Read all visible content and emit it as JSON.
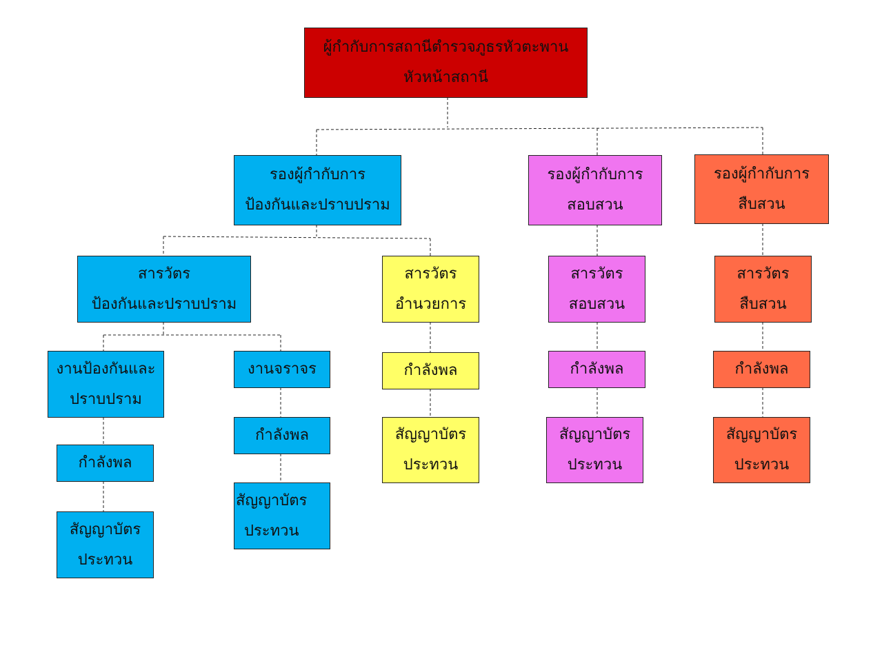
{
  "colors": {
    "chief": "#CC0000",
    "prevention": "#00B0F0",
    "admin": "#FFFF66",
    "investigation": "#F075F0",
    "inquiry": "#FF6B47"
  },
  "chief": {
    "line1": "ผู้กำกับการสถานีตำรวจภูธรหัวตะพาน",
    "line2": "หัวหน้าสถานี"
  },
  "deputy_prevention": {
    "line1": "รองผู้กำกับการ",
    "line2": "ป้องกันและปราบปราม"
  },
  "deputy_investigation": {
    "line1": "รองผู้กำกับการ",
    "line2": "สอบสวน"
  },
  "deputy_inquiry": {
    "line1": "รองผู้กำกับการ",
    "line2": "สืบสวน"
  },
  "inspector_prevention": {
    "line1": "สารวัตร",
    "line2": "ป้องกันและปราบปราม"
  },
  "inspector_admin": {
    "line1": "สารวัตร",
    "line2": "อำนวยการ"
  },
  "inspector_investigation": {
    "line1": "สารวัตร",
    "line2": "สอบสวน"
  },
  "inspector_inquiry": {
    "line1": "สารวัตร",
    "line2": "สืบสวน"
  },
  "unit_prevention": {
    "line1": "งานป้องกันและ",
    "line2": "ปราบปราม"
  },
  "unit_traffic": {
    "line1": "งานจราจร"
  },
  "force_label": "กำลังพล",
  "roster": {
    "line1": "สัญญาบัตร",
    "line2": "ประทวน"
  }
}
